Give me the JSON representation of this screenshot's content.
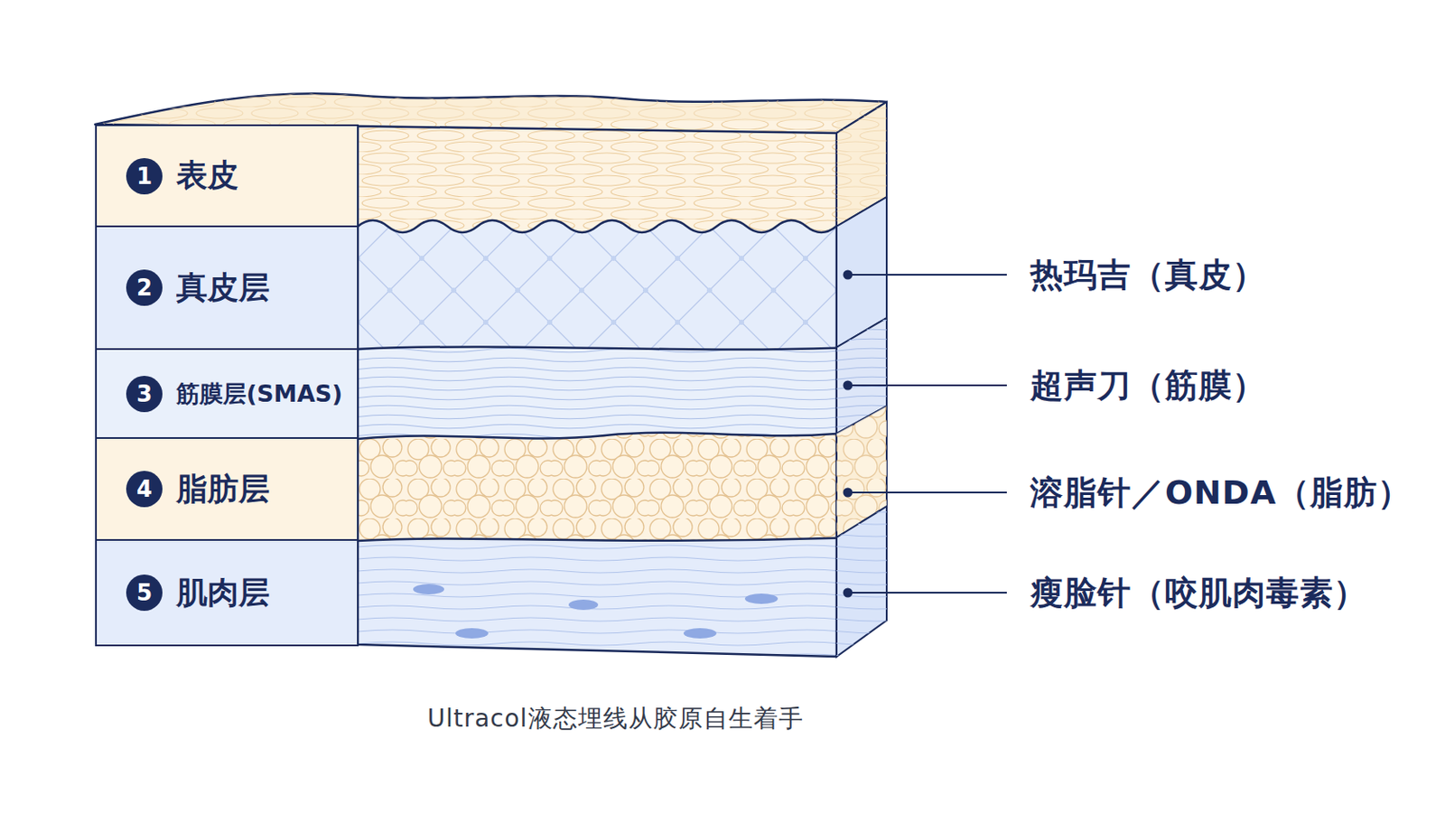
{
  "diagram": {
    "caption": "Ultracol液态埋线从胶原自生着手",
    "nodes": [
      {
        "text": [
          "1",
          "表皮"
        ]
      },
      {
        "text": [
          "2",
          "真皮层"
        ]
      },
      {
        "text": [
          "3",
          "筋膜层(SMAS)"
        ]
      },
      {
        "text": [
          "4",
          "脂肪层"
        ]
      },
      {
        "text": [
          "5",
          "肌肉层"
        ]
      }
    ],
    "labels": [
      "热玛吉（真皮）",
      "超声刀（筋膜）",
      "溶脂针／ONDA（脂肪）",
      "瘦脸针（咬肌肉毒素）"
    ]
  }
}
